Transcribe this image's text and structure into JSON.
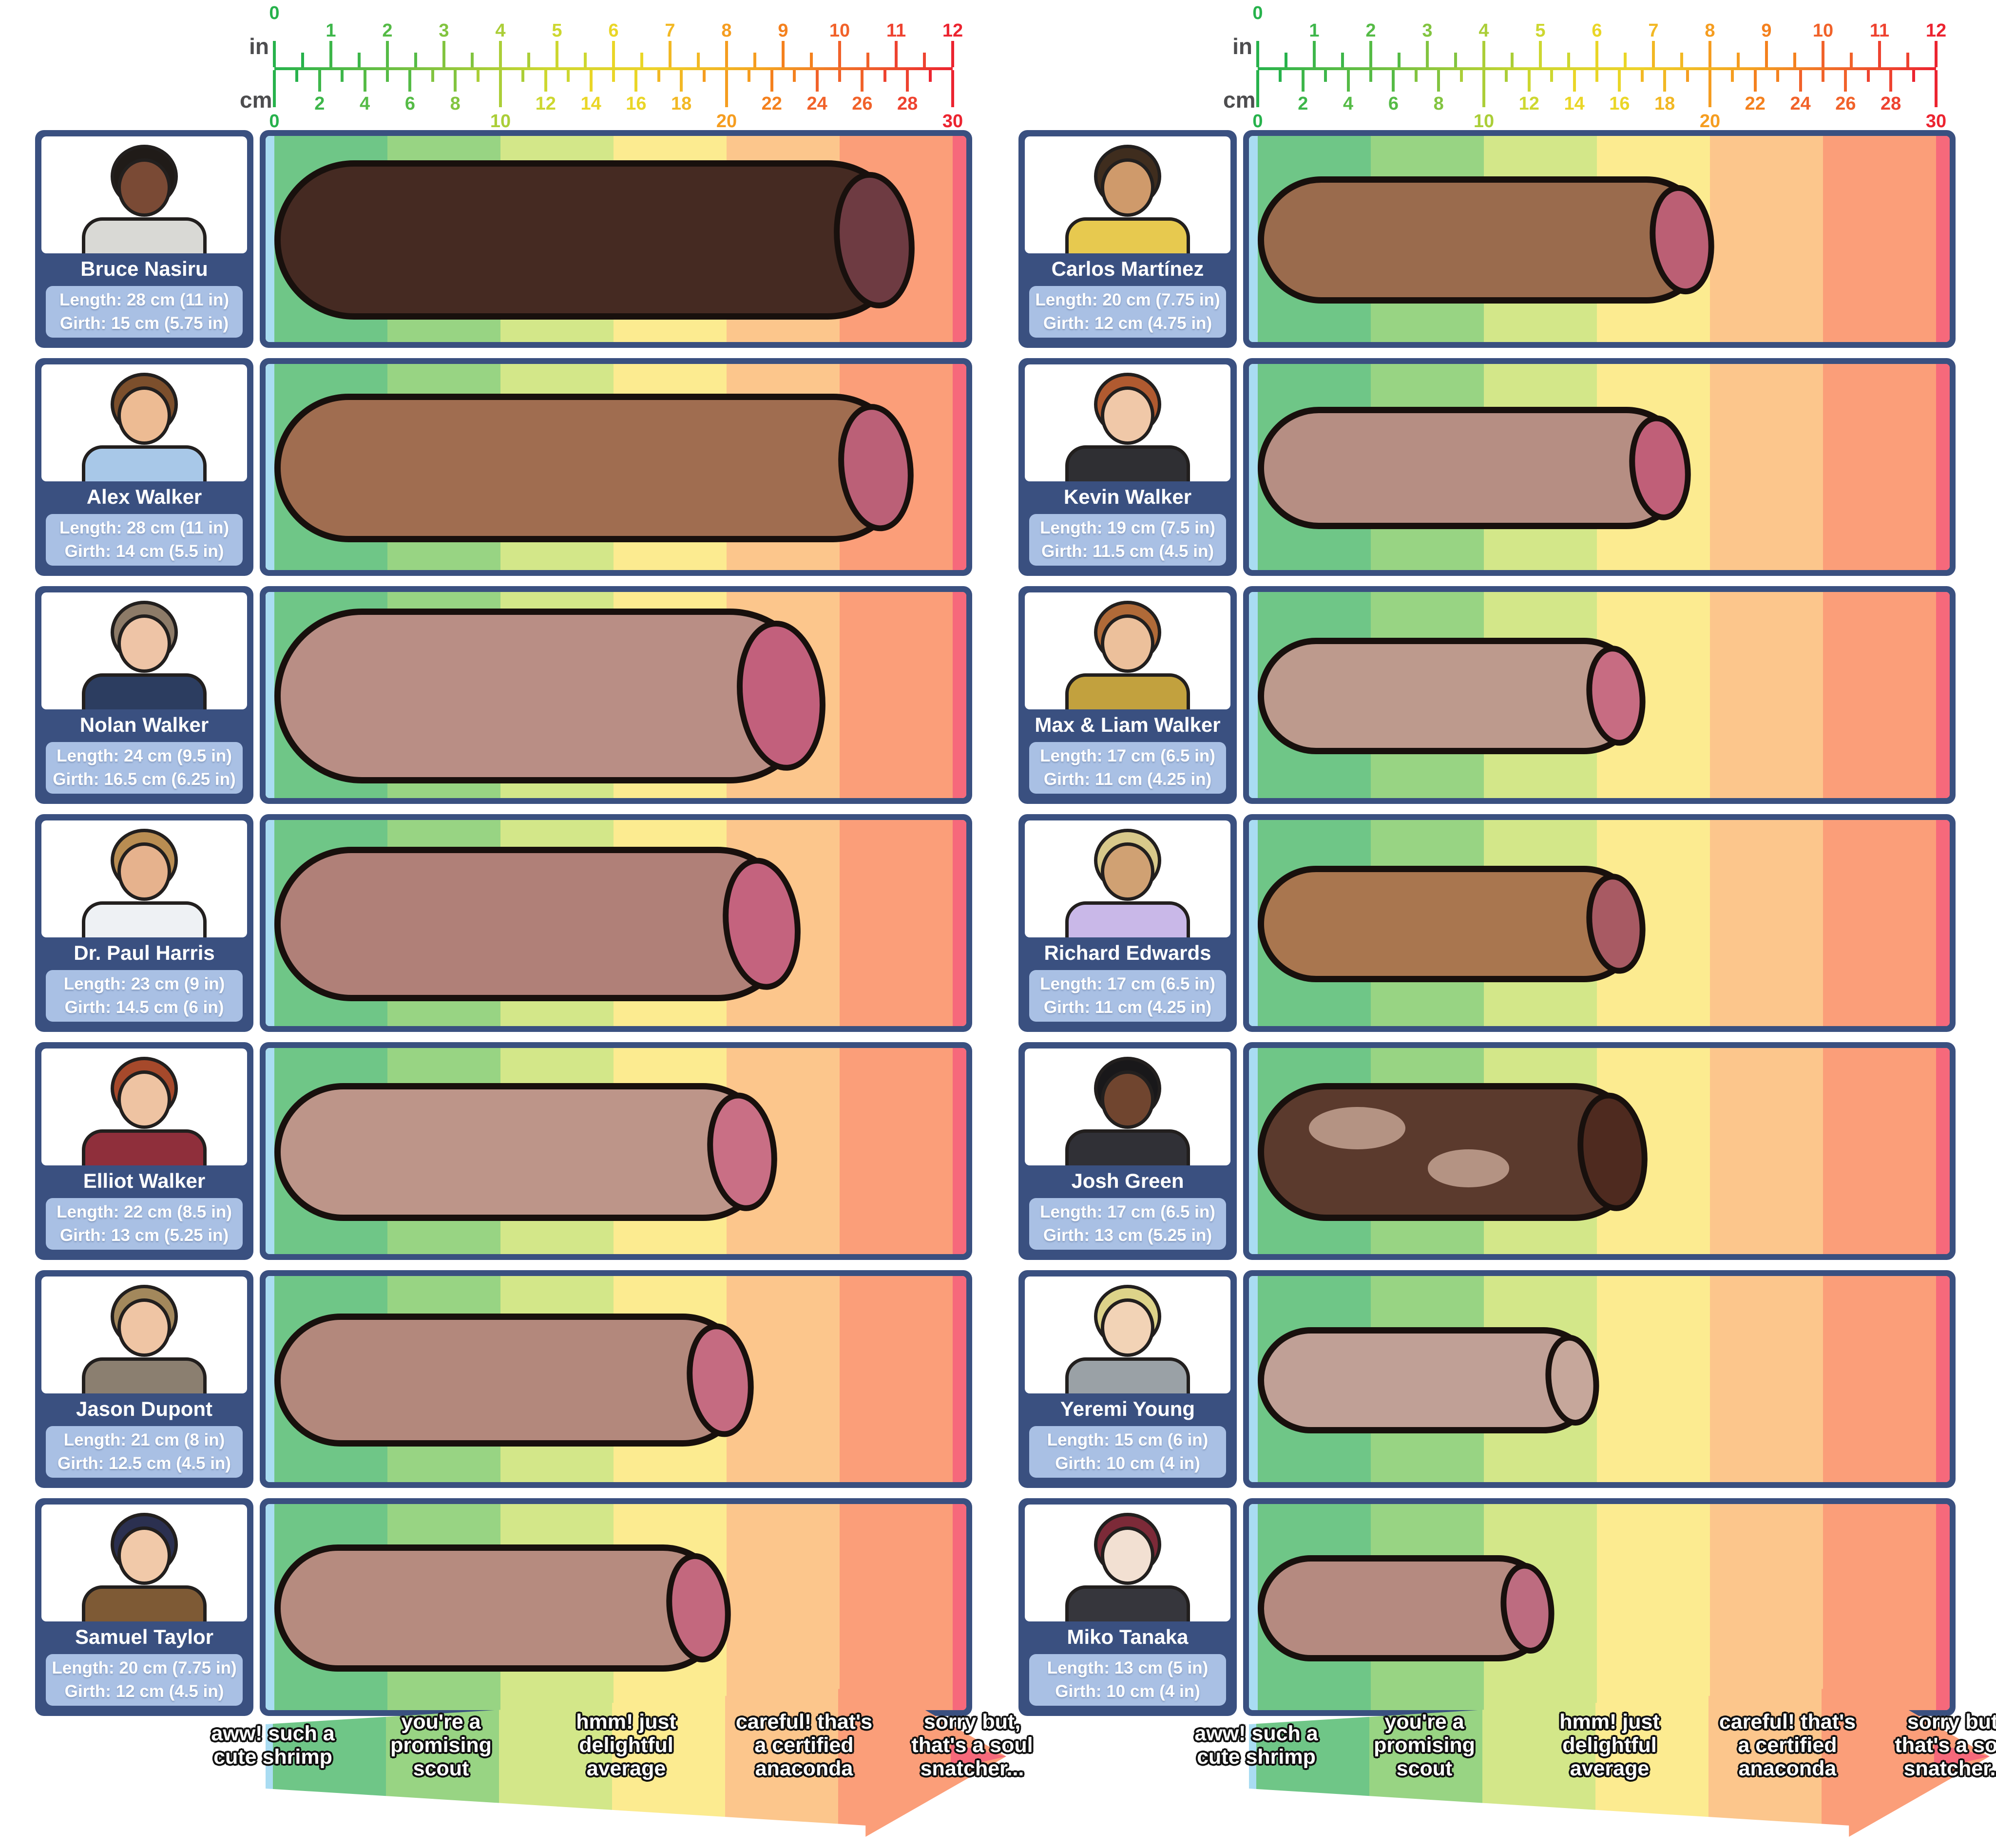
{
  "scale": {
    "in_label": "in",
    "cm_label": "cm",
    "in_ticks": [
      0,
      1,
      2,
      3,
      4,
      5,
      6,
      7,
      8,
      9,
      10,
      11,
      12
    ],
    "cm_ticks": [
      0,
      2,
      4,
      6,
      8,
      10,
      12,
      14,
      16,
      18,
      20,
      22,
      24,
      26,
      28,
      30
    ],
    "tick_colors": [
      "#27b24c",
      "#3db64a",
      "#55bb46",
      "#82c440",
      "#abce38",
      "#cdd730",
      "#ead627",
      "#f2b824",
      "#f59d20",
      "#f4811e",
      "#f1622a",
      "#ee4330",
      "#ec2430"
    ]
  },
  "palette": {
    "navy": "#3a5080",
    "stat_bg": "#a9c0e4",
    "blue_sliver": "#a9dcf2",
    "red_sliver": "#f6697b",
    "bands": [
      "#6fc687",
      "#98d483",
      "#d3e789",
      "#fceb90",
      "#fcc68c",
      "#fb9e79"
    ],
    "outline": "#18100d"
  },
  "funnel": {
    "labels": [
      "aww! such a\ncute shrimp",
      "you're a\npromising\nscout",
      "hmm! just\ndelightful\naverage",
      "careful! that's\na certified\nanaconda",
      "sorry but,\nthat's a soul\nsnatcher..."
    ]
  },
  "columns": [
    {
      "side": "left",
      "characters": [
        {
          "name": "Bruce Nasiru",
          "length_label": "Length: 28 cm (11 in)",
          "girth_label": "Girth: 15 cm (5.75 in)",
          "length_cm": 28,
          "girth_cm": 15,
          "bar": {
            "body": "#452a22",
            "tip": "#6e3b42"
          },
          "avatar": {
            "skin": "#7a4a35",
            "hair": "#201b18",
            "shirt": "#d9d9d5"
          }
        },
        {
          "name": "Alex Walker",
          "length_label": "Length: 28 cm (11 in)",
          "girth_label": "Girth: 14 cm (5.5 in)",
          "length_cm": 28,
          "girth_cm": 14,
          "bar": {
            "body": "#a06d50",
            "tip": "#bb6077"
          },
          "avatar": {
            "skin": "#edbb93",
            "hair": "#7c4f2c",
            "shirt": "#a8c8e8"
          }
        },
        {
          "name": "Nolan Walker",
          "length_label": "Length: 24 cm (9.5 in)",
          "girth_label": "Girth: 16.5 cm (6.25 in)",
          "length_cm": 24,
          "girth_cm": 16.5,
          "bar": {
            "body": "#b98e85",
            "tip": "#c2607c"
          },
          "avatar": {
            "skin": "#eec4a6",
            "hair": "#8d7b68",
            "shirt": "#2c3d60"
          }
        },
        {
          "name": "Dr. Paul Harris",
          "length_label": "Length: 23 cm (9 in)",
          "girth_label": "Girth: 14.5 cm (6 in)",
          "length_cm": 23,
          "girth_cm": 14.5,
          "bar": {
            "body": "#b08078",
            "tip": "#c4637e"
          },
          "avatar": {
            "skin": "#e6b28d",
            "hair": "#b98d52",
            "shirt": "#eef1f4"
          }
        },
        {
          "name": "Elliot Walker",
          "length_label": "Length: 22 cm (8.5 in)",
          "girth_label": "Girth: 13 cm (5.25 in)",
          "length_cm": 22,
          "girth_cm": 13,
          "bar": {
            "body": "#bd9589",
            "tip": "#c96f85"
          },
          "avatar": {
            "skin": "#eec3a2",
            "hair": "#a6492b",
            "shirt": "#8f2f3b"
          }
        },
        {
          "name": "Jason Dupont",
          "length_label": "Length: 21 cm (8 in)",
          "girth_label": "Girth: 12.5 cm (4.5 in)",
          "length_cm": 21,
          "girth_cm": 12.5,
          "bar": {
            "body": "#b3887c",
            "tip": "#c56b81"
          },
          "avatar": {
            "skin": "#efc5a4",
            "hair": "#a3885c",
            "shirt": "#8b7f70"
          }
        },
        {
          "name": "Samuel Taylor",
          "length_label": "Length: 20 cm (7.75 in)",
          "girth_label": "Girth: 12 cm (4.5 in)",
          "length_cm": 20,
          "girth_cm": 12,
          "bar": {
            "body": "#b68b7f",
            "tip": "#c3687e"
          },
          "avatar": {
            "skin": "#f1c9a9",
            "hair": "#2b3050",
            "shirt": "#7e5a35"
          }
        }
      ]
    },
    {
      "side": "right",
      "characters": [
        {
          "name": "Carlos Martínez",
          "length_label": "Length: 20 cm (7.75 in)",
          "girth_label": "Girth: 12 cm (4.75 in)",
          "length_cm": 20,
          "girth_cm": 12,
          "bar": {
            "body": "#9a6b4d",
            "tip": "#bb5f74"
          },
          "avatar": {
            "skin": "#cf9a6b",
            "hair": "#3f2d1e",
            "shirt": "#e7c94f"
          }
        },
        {
          "name": "Kevin Walker",
          "length_label": "Length: 19 cm (7.5 in)",
          "girth_label": "Girth: 11.5 cm (4.5 in)",
          "length_cm": 19,
          "girth_cm": 11.5,
          "bar": {
            "body": "#b68e83",
            "tip": "#c05f78"
          },
          "avatar": {
            "skin": "#f0c8a8",
            "hair": "#b05a30",
            "shirt": "#2f2f33"
          }
        },
        {
          "name": "Max & Liam Walker",
          "length_label": "Length: 17 cm (6.5 in)",
          "girth_label": "Girth: 11 cm (4.25 in)",
          "length_cm": 17,
          "girth_cm": 11,
          "bar": {
            "body": "#bd9a8d",
            "tip": "#c76c82"
          },
          "avatar": {
            "skin": "#ecc09b",
            "hair": "#b06a38",
            "shirt": "#c2a13e"
          }
        },
        {
          "name": "Richard Edwards",
          "length_label": "Length: 17 cm (6.5 in)",
          "girth_label": "Girth: 11 cm (4.25 in)",
          "length_cm": 17,
          "girth_cm": 11,
          "bar": {
            "body": "#a9764f",
            "tip": "#a85a63"
          },
          "avatar": {
            "skin": "#d0a173",
            "hair": "#d8c98b",
            "shirt": "#c9b8e8"
          }
        },
        {
          "name": "Josh Green",
          "length_label": "Length: 17 cm (6.5 in)",
          "girth_label": "Girth: 13 cm (5.25 in)",
          "length_cm": 17,
          "girth_cm": 13,
          "bar": {
            "body": "#5b3a2d",
            "tip": "#4e2a1f",
            "patch": "#b49383"
          },
          "avatar": {
            "skin": "#70452f",
            "hair": "#19181a",
            "shirt": "#303036"
          }
        },
        {
          "name": "Yeremi Young",
          "length_label": "Length: 15 cm (6 in)",
          "girth_label": "Girth: 10 cm (4 in)",
          "length_cm": 15,
          "girth_cm": 10,
          "bar": {
            "body": "#c0a096",
            "tip": "#c6a79b"
          },
          "avatar": {
            "skin": "#f2d3b6",
            "hair": "#ddd389",
            "shirt": "#9aa1a6"
          }
        },
        {
          "name": "Miko Tanaka",
          "length_label": "Length: 13 cm (5 in)",
          "girth_label": "Girth: 10 cm (4 in)",
          "length_cm": 13,
          "girth_cm": 10,
          "bar": {
            "body": "#b58a80",
            "tip": "#bd6c80"
          },
          "avatar": {
            "skin": "#f2e0d2",
            "hair": "#7c2a38",
            "shirt": "#36363c"
          }
        }
      ]
    }
  ],
  "chart_data": {
    "type": "bar",
    "orientation": "horizontal",
    "x_axis": {
      "units": [
        "in",
        "cm"
      ],
      "in_range": [
        0,
        12
      ],
      "cm_range": [
        0,
        30
      ],
      "in_tick_step": 1,
      "cm_tick_label_step": 2
    },
    "rating_zones": [
      "aww! such a cute shrimp",
      "you're a promising scout",
      "hmm! just delightful average",
      "careful! that's a certified anaconda",
      "sorry but, that's a soul snatcher..."
    ],
    "series": [
      {
        "name": "Bruce Nasiru",
        "column": 1,
        "length_cm": 28,
        "length_in": 11,
        "girth_cm": 15,
        "girth_in": 5.75
      },
      {
        "name": "Alex Walker",
        "column": 1,
        "length_cm": 28,
        "length_in": 11,
        "girth_cm": 14,
        "girth_in": 5.5
      },
      {
        "name": "Nolan Walker",
        "column": 1,
        "length_cm": 24,
        "length_in": 9.5,
        "girth_cm": 16.5,
        "girth_in": 6.25
      },
      {
        "name": "Dr. Paul Harris",
        "column": 1,
        "length_cm": 23,
        "length_in": 9,
        "girth_cm": 14.5,
        "girth_in": 6
      },
      {
        "name": "Elliot Walker",
        "column": 1,
        "length_cm": 22,
        "length_in": 8.5,
        "girth_cm": 13,
        "girth_in": 5.25
      },
      {
        "name": "Jason Dupont",
        "column": 1,
        "length_cm": 21,
        "length_in": 8,
        "girth_cm": 12.5,
        "girth_in": 4.5
      },
      {
        "name": "Samuel Taylor",
        "column": 1,
        "length_cm": 20,
        "length_in": 7.75,
        "girth_cm": 12,
        "girth_in": 4.5
      },
      {
        "name": "Carlos Martínez",
        "column": 2,
        "length_cm": 20,
        "length_in": 7.75,
        "girth_cm": 12,
        "girth_in": 4.75
      },
      {
        "name": "Kevin Walker",
        "column": 2,
        "length_cm": 19,
        "length_in": 7.5,
        "girth_cm": 11.5,
        "girth_in": 4.5
      },
      {
        "name": "Max & Liam Walker",
        "column": 2,
        "length_cm": 17,
        "length_in": 6.5,
        "girth_cm": 11,
        "girth_in": 4.25
      },
      {
        "name": "Richard Edwards",
        "column": 2,
        "length_cm": 17,
        "length_in": 6.5,
        "girth_cm": 11,
        "girth_in": 4.25
      },
      {
        "name": "Josh Green",
        "column": 2,
        "length_cm": 17,
        "length_in": 6.5,
        "girth_cm": 13,
        "girth_in": 5.25
      },
      {
        "name": "Yeremi Young",
        "column": 2,
        "length_cm": 15,
        "length_in": 6,
        "girth_cm": 10,
        "girth_in": 4
      },
      {
        "name": "Miko Tanaka",
        "column": 2,
        "length_cm": 13,
        "length_in": 5,
        "girth_cm": 10,
        "girth_in": 4
      }
    ]
  }
}
